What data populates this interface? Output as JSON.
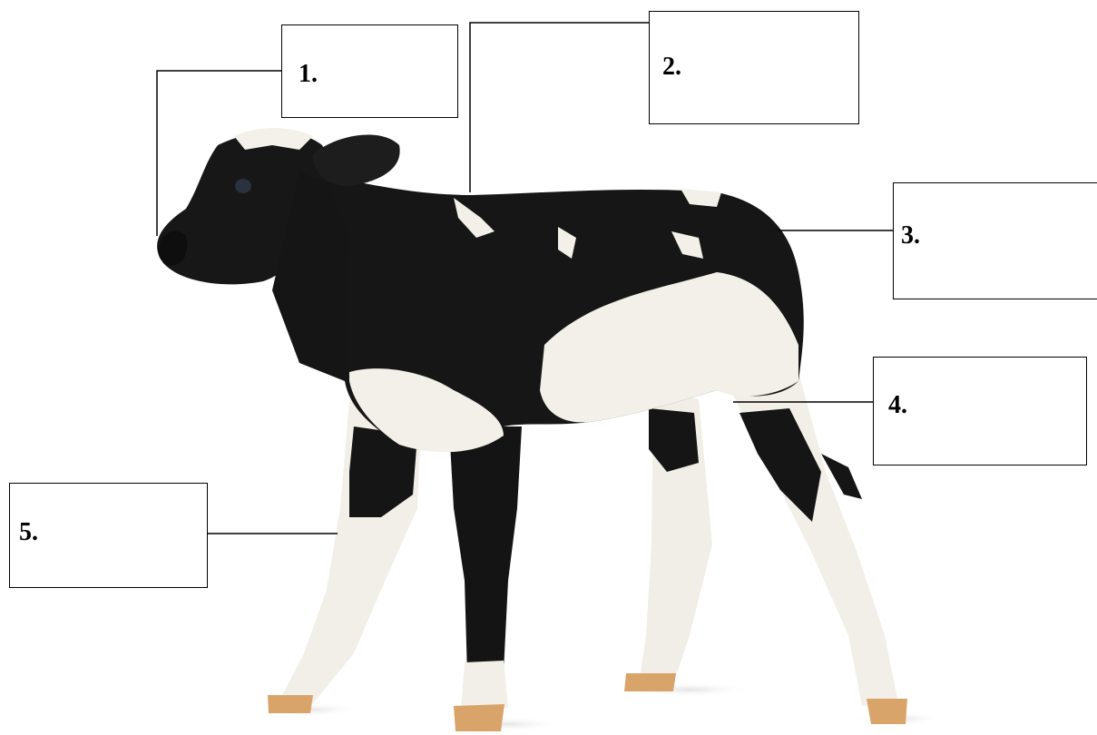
{
  "labels": [
    {
      "id": "1",
      "text": "1."
    },
    {
      "id": "2",
      "text": "2."
    },
    {
      "id": "3",
      "text": "3."
    },
    {
      "id": "4",
      "text": "4."
    },
    {
      "id": "5",
      "text": "5."
    }
  ],
  "colors": {
    "background": "#ffffff",
    "coat_black": "#151515",
    "coat_white": "#f4f1ea",
    "hoof": "#d9a46a",
    "line": "#000000"
  }
}
